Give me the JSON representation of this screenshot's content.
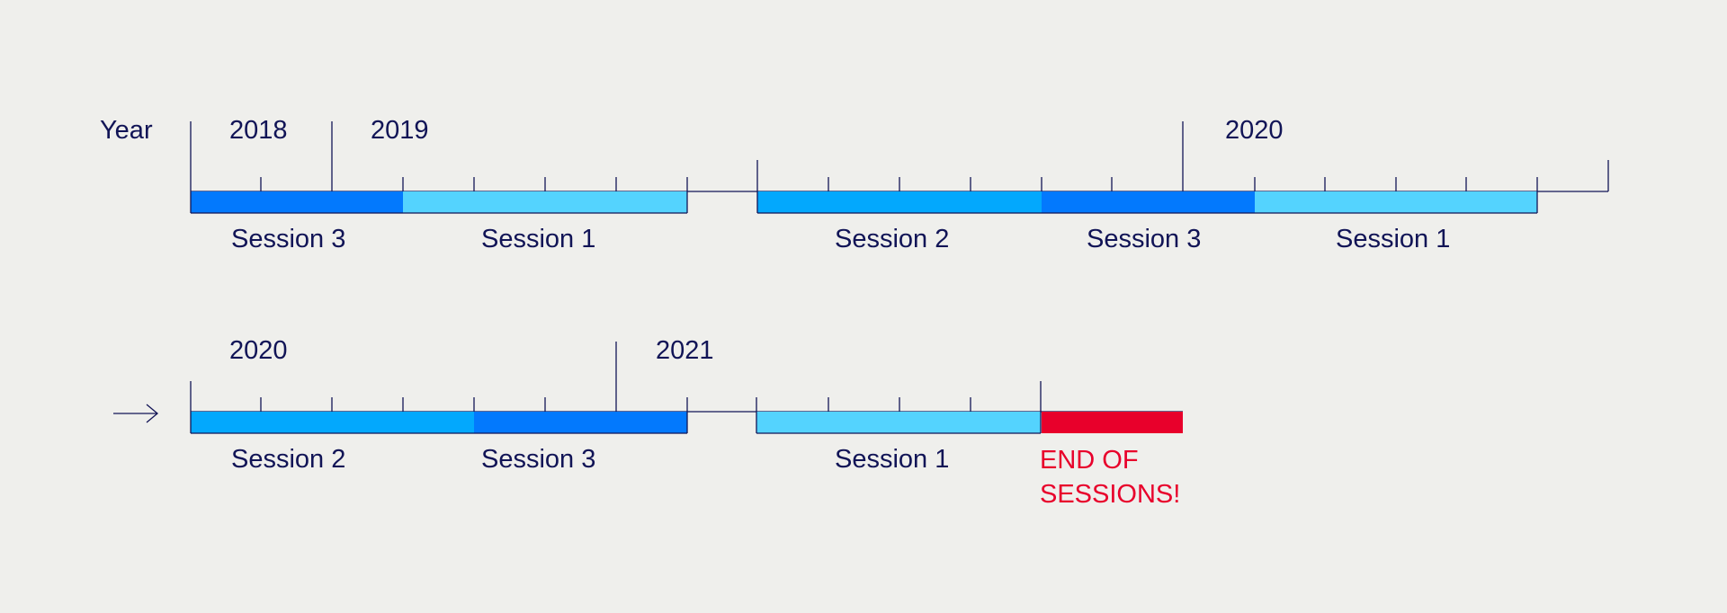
{
  "year_label": "Year",
  "continuation_icon": "arrow-right-icon",
  "colors": {
    "text": "#111456",
    "session_1": "#54d3fe",
    "session_2": "#03a8fd",
    "session_3": "#0379fd",
    "end": "#e8002b",
    "background": "#efefec"
  },
  "rows": [
    {
      "years": [
        "2018",
        "2019",
        "2020"
      ],
      "segments": [
        {
          "label": "Session 3",
          "kind": "session_3"
        },
        {
          "label": "Session 1",
          "kind": "session_1"
        },
        {
          "label": "Session 2",
          "kind": "session_2"
        },
        {
          "label": "Session 3",
          "kind": "session_3"
        },
        {
          "label": "Session 1",
          "kind": "session_1"
        }
      ]
    },
    {
      "years": [
        "2020",
        "2021"
      ],
      "segments": [
        {
          "label": "Session 2",
          "kind": "session_2"
        },
        {
          "label": "Session 3",
          "kind": "session_3"
        },
        {
          "label": "Session 1",
          "kind": "session_1"
        },
        {
          "label_lines": [
            "END OF",
            "SESSIONS!"
          ],
          "kind": "end"
        }
      ]
    }
  ]
}
